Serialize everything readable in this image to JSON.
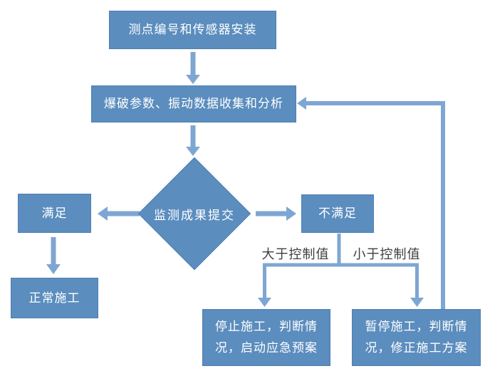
{
  "colors": {
    "background": "#FFFFFF",
    "node_fill": "#5B8DBE",
    "node_border": "#4E7FB0",
    "node_text": "#FFFFFF",
    "connector": "#7EA6D2",
    "edge_label_text": "#3E3E3E"
  },
  "nodes": {
    "sensor_install": "测点编号和传感器安装",
    "data_collection": "爆破参数、振动数据收集和分析",
    "decision": "监测成果提交",
    "satisfied": "满足",
    "normal_construction": "正常施工",
    "not_satisfied": "不满足",
    "stop_construction": "停止施工，判断情\n况，启动应急预案",
    "pause_construction": "暂停施工，判断情\n况，修正施工方案"
  },
  "edge_labels": {
    "greater_than_control": "大于控制值",
    "less_than_control": "小于控制值"
  }
}
